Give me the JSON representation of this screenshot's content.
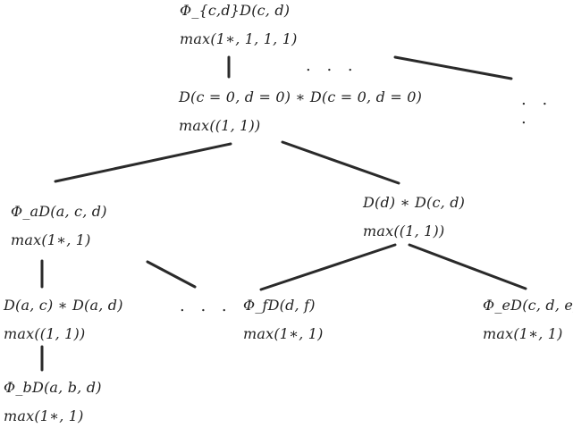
{
  "nodes": {
    "root": {
      "label": "Φ_{c,d}D(c, d)",
      "max": "max(1∗, 1, 1, 1)"
    },
    "l1": {
      "label": "D(c = 0, d = 0) ∗ D(c = 0, d = 0)",
      "max": "max((1, 1))"
    },
    "l2_left": {
      "label": "Φ_aD(a, c, d)",
      "max": "max(1∗, 1)"
    },
    "l2_right": {
      "label": "D(d) ∗ D(c, d)",
      "max": "max((1, 1))"
    },
    "l3_a": {
      "label": "D(a, c) ∗ D(a, d)",
      "max": "max((1, 1))"
    },
    "l3_f": {
      "label": "Φ_fD(d, f)",
      "max": "max(1∗, 1)"
    },
    "l3_e": {
      "label": "Φ_eD(c, d, e)",
      "max": "max(1∗, 1)"
    },
    "l4_b": {
      "label": "Φ_bD(a, b, d)",
      "max": "max(1∗, 1)"
    }
  },
  "ellipses": {
    "top_middle": ". . .",
    "top_right": ". . .",
    "mid_left": ". . ."
  }
}
